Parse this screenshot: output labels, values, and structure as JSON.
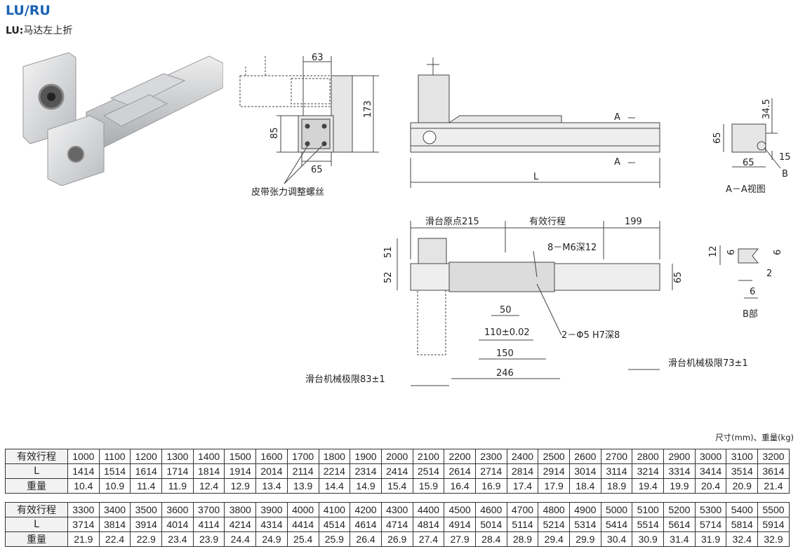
{
  "header": {
    "title": "LU/RU",
    "subtitle_code": "LU:",
    "subtitle_text": "马达左上折"
  },
  "drawing": {
    "side_view": {
      "dim_top": "63",
      "dim_height": "173",
      "dim_mid": "85",
      "dim_bottom": "65",
      "note": "皮带张力调整螺丝"
    },
    "front_view": {
      "label_section_a_top": "A",
      "label_section_a_bottom": "A",
      "dim_length": "L"
    },
    "section_view": {
      "dim_top": "34.5",
      "dim_left": "65",
      "dim_bottom": "65",
      "dim_right": "15",
      "marker": "B",
      "caption": "A－A视图"
    },
    "top_view": {
      "dim_origin": "滑台原点215",
      "dim_stroke": "有效行程",
      "dim_end": "199",
      "dim_upper_left": "51",
      "dim_lower_left": "52",
      "dim_right": "65",
      "callout_tap": "8－M6深12",
      "callout_pin": "2－Φ5 H7深8",
      "dim_50": "50",
      "dim_110": "110±0.02",
      "dim_150": "150",
      "dim_246": "246",
      "limit_left": "滑台机械极限83±1",
      "limit_right": "滑台机械极限73±1"
    },
    "detail_b": {
      "dim_12": "12",
      "dim_6a": "6",
      "dim_6b": "6",
      "dim_2": "2",
      "dim_6c": "6",
      "caption": "B部"
    }
  },
  "units_note": "尺寸(mm)、重量(kg)",
  "tables": [
    {
      "header_stroke": "有效行程",
      "header_L": "L",
      "header_weight": "重量",
      "stroke": [
        "1000",
        "1100",
        "1200",
        "1300",
        "1400",
        "1500",
        "1600",
        "1700",
        "1800",
        "1900",
        "2000",
        "2100",
        "2200",
        "2300",
        "2400",
        "2500",
        "2600",
        "2700",
        "2800",
        "2900",
        "3000",
        "3100",
        "3200"
      ],
      "L": [
        "1414",
        "1514",
        "1614",
        "1714",
        "1814",
        "1914",
        "2014",
        "2114",
        "2214",
        "2314",
        "2414",
        "2514",
        "2614",
        "2714",
        "2814",
        "2914",
        "3014",
        "3114",
        "3214",
        "3314",
        "3414",
        "3514",
        "3614"
      ],
      "weight": [
        "10.4",
        "10.9",
        "11.4",
        "11.9",
        "12.4",
        "12.9",
        "13.4",
        "13.9",
        "14.4",
        "14.9",
        "15.4",
        "15.9",
        "16.4",
        "16.9",
        "17.4",
        "17.9",
        "18.4",
        "18.9",
        "19.4",
        "19.9",
        "20.4",
        "20.9",
        "21.4"
      ]
    },
    {
      "header_stroke": "有效行程",
      "header_L": "L",
      "header_weight": "重量",
      "stroke": [
        "3300",
        "3400",
        "3500",
        "3600",
        "3700",
        "3800",
        "3900",
        "4000",
        "4100",
        "4200",
        "4300",
        "4400",
        "4500",
        "4600",
        "4700",
        "4800",
        "4900",
        "5000",
        "5100",
        "5200",
        "5300",
        "5400",
        "5500"
      ],
      "L": [
        "3714",
        "3814",
        "3914",
        "4014",
        "4114",
        "4214",
        "4314",
        "4414",
        "4514",
        "4614",
        "4714",
        "4814",
        "4914",
        "5014",
        "5114",
        "5214",
        "5314",
        "5414",
        "5514",
        "5614",
        "5714",
        "5814",
        "5914"
      ],
      "weight": [
        "21.9",
        "22.4",
        "22.9",
        "23.4",
        "23.9",
        "24.4",
        "24.9",
        "25.4",
        "25.9",
        "26.4",
        "26.9",
        "27.4",
        "27.9",
        "28.4",
        "28.9",
        "29.4",
        "29.9",
        "30.4",
        "30.9",
        "31.4",
        "31.9",
        "32.4",
        "32.9"
      ]
    }
  ]
}
